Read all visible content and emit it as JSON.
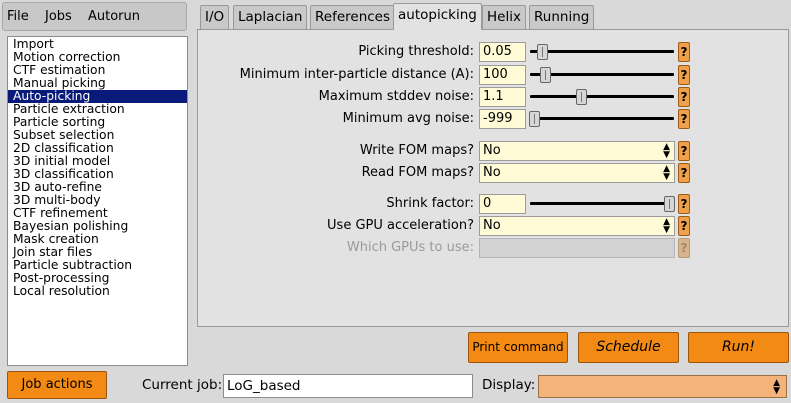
{
  "menu": [
    "File",
    "Jobs",
    "Autorun"
  ],
  "job_types": [
    "Import",
    "Motion correction",
    "CTF estimation",
    "Manual picking",
    "Auto-picking",
    "Particle extraction",
    "Particle sorting",
    "Subset selection",
    "2D classification",
    "3D initial model",
    "3D classification",
    "3D auto-refine",
    "3D multi-body",
    "CTF refinement",
    "Bayesian polishing",
    "Mask creation",
    "Join star files",
    "Particle subtraction",
    "Post-processing",
    "Local resolution"
  ],
  "selected_job": "Auto-picking",
  "tabs": [
    "I/O",
    "Laplacian",
    "References",
    "autopicking",
    "Helix",
    "Running"
  ],
  "active_tab": "autopicking",
  "fields": {
    "picking_threshold": {
      "label": "Picking threshold:",
      "value": "0.05"
    },
    "min_distance": {
      "label": "Minimum inter-particle distance (A):",
      "value": "100"
    },
    "max_stddev": {
      "label": "Maximum stddev noise:",
      "value": "1.1"
    },
    "min_avg": {
      "label": "Minimum avg noise:",
      "value": "-999"
    },
    "write_fom": {
      "label": "Write FOM maps?",
      "value": "No"
    },
    "read_fom": {
      "label": "Read FOM maps?",
      "value": "No"
    },
    "shrink": {
      "label": "Shrink factor:",
      "value": "0"
    },
    "use_gpu": {
      "label": "Use GPU acceleration?",
      "value": "No"
    },
    "which_gpus": {
      "label": "Which GPUs to use:",
      "value": ""
    }
  },
  "slider_levels": {
    "picking_threshold": 0.06,
    "min_distance": 0.08,
    "max_stddev": 0.35,
    "min_avg": 0.0,
    "shrink": 1.0
  },
  "help_label": "?",
  "buttons": {
    "print": "Print command",
    "schedule": "Schedule",
    "run": "Run!",
    "job_actions": "Job actions"
  },
  "footer": {
    "current_job_label": "Current job:",
    "current_job_value": "LoG_based",
    "display_label": "Display:"
  },
  "colors": {
    "accent": "#f38a14",
    "selection": "#0a1a7a",
    "input_bg": "#fffbd6"
  }
}
